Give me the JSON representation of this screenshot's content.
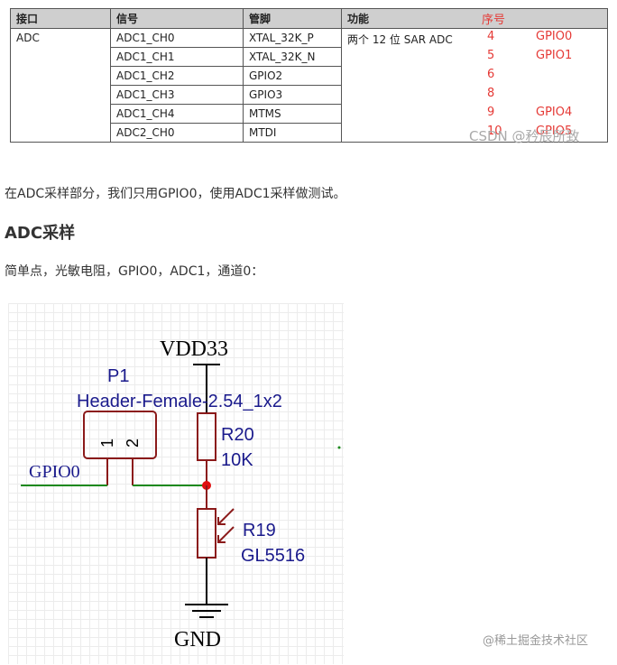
{
  "table": {
    "headers": [
      "接口",
      "信号",
      "管脚",
      "功能"
    ],
    "seq_header": "序号",
    "interface": "ADC",
    "function": "两个 12 位 SAR ADC",
    "rows": [
      {
        "signal": "ADC1_CH0",
        "pin": "XTAL_32K_P",
        "seq": "4",
        "gpio": "GPIO0"
      },
      {
        "signal": "ADC1_CH1",
        "pin": "XTAL_32K_N",
        "seq": "5",
        "gpio": "GPIO1"
      },
      {
        "signal": "ADC1_CH2",
        "pin": "GPIO2",
        "seq": "6",
        "gpio": ""
      },
      {
        "signal": "ADC1_CH3",
        "pin": "GPIO3",
        "seq": "8",
        "gpio": ""
      },
      {
        "signal": "ADC1_CH4",
        "pin": "MTMS",
        "seq": "9",
        "gpio": "GPIO4"
      },
      {
        "signal": "ADC2_CH0",
        "pin": "MTDI",
        "seq": "10",
        "gpio": "GPIO5"
      }
    ],
    "watermark": "CSDN @矜辰所致"
  },
  "text": {
    "intro": "在ADC采样部分，我们只用GPIO0，使用ADC1采样做测试。",
    "heading": "ADC采样",
    "desc": "简单点，光敏电阻，GPIO0，ADC1，通道0："
  },
  "schematic": {
    "vdd_label": "VDD33",
    "gnd_label": "GND",
    "connector_ref": "P1",
    "connector_value": "Header-Female-2.54_1x2",
    "connector_pin1": "1",
    "connector_pin2": "2",
    "net_label": "GPIO0",
    "r20_ref": "R20",
    "r20_value": "10K",
    "r19_ref": "R19",
    "r19_value": "GL5516",
    "colors": {
      "wire": "#1e8a1e",
      "part": "#8b1a1a",
      "label": "#1a1a8c",
      "junction": "#e01010"
    }
  },
  "footer_watermark": "@稀土掘金技术社区"
}
